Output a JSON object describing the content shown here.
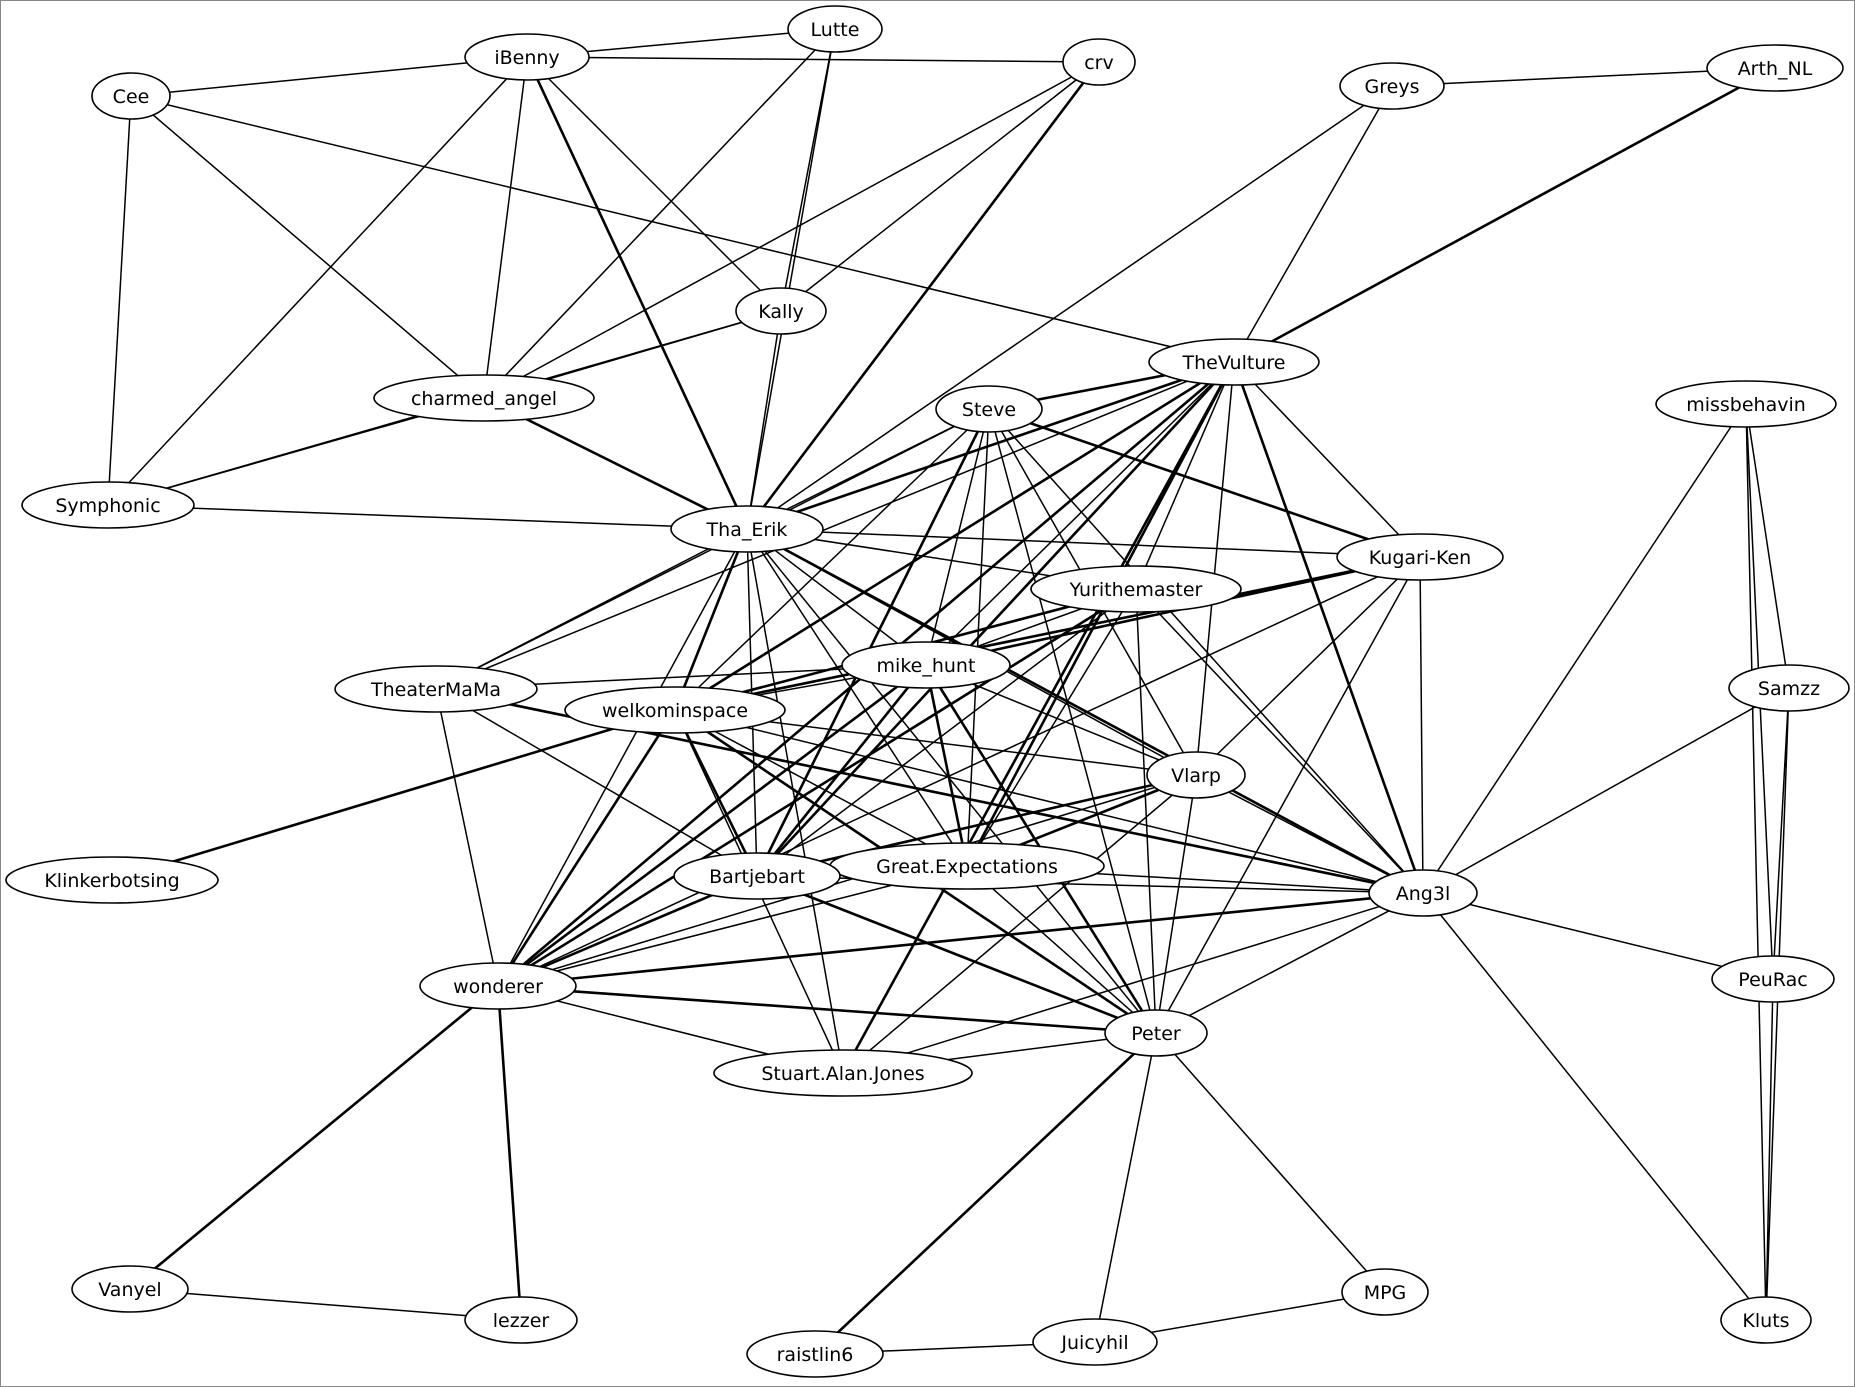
{
  "nodes": [
    {
      "id": "lutte",
      "label": "Lutte"
    },
    {
      "id": "ibenny",
      "label": "iBenny"
    },
    {
      "id": "crv",
      "label": "crv"
    },
    {
      "id": "cee",
      "label": "Cee"
    },
    {
      "id": "greys",
      "label": "Greys"
    },
    {
      "id": "arth_nl",
      "label": "Arth_NL"
    },
    {
      "id": "kally",
      "label": "Kally"
    },
    {
      "id": "thevulture",
      "label": "TheVulture"
    },
    {
      "id": "charmed_angel",
      "label": "charmed_angel"
    },
    {
      "id": "steve",
      "label": "Steve"
    },
    {
      "id": "missbehavin",
      "label": "missbehavin"
    },
    {
      "id": "symphonic",
      "label": "Symphonic"
    },
    {
      "id": "tha_erik",
      "label": "Tha_Erik"
    },
    {
      "id": "kugari_ken",
      "label": "Kugari-Ken"
    },
    {
      "id": "yurithemaster",
      "label": "Yurithemaster"
    },
    {
      "id": "mike_hunt",
      "label": "mike_hunt"
    },
    {
      "id": "samzz",
      "label": "Samzz"
    },
    {
      "id": "theatermama",
      "label": "TheaterMaMa"
    },
    {
      "id": "welkominspace",
      "label": "welkominspace"
    },
    {
      "id": "vlarp",
      "label": "Vlarp"
    },
    {
      "id": "klinkerbotsing",
      "label": "Klinkerbotsing"
    },
    {
      "id": "great_expectations",
      "label": "Great.Expectations"
    },
    {
      "id": "bartjebart",
      "label": "Bartjebart"
    },
    {
      "id": "ang3l",
      "label": "Ang3l"
    },
    {
      "id": "peurac",
      "label": "PeuRac"
    },
    {
      "id": "wonderer",
      "label": "wonderer"
    },
    {
      "id": "peter",
      "label": "Peter"
    },
    {
      "id": "stuart_alan_jones",
      "label": "Stuart.Alan.Jones"
    },
    {
      "id": "vanyel",
      "label": "Vanyel"
    },
    {
      "id": "mpg",
      "label": "MPG"
    },
    {
      "id": "lezzer",
      "label": "lezzer"
    },
    {
      "id": "kluts",
      "label": "Kluts"
    },
    {
      "id": "juicyhil",
      "label": "Juicyhil"
    },
    {
      "id": "raistlin6",
      "label": "raistlin6"
    }
  ],
  "edges": [
    [
      "ibenny",
      "lutte"
    ],
    [
      "ibenny",
      "crv"
    ],
    [
      "ibenny",
      "cee"
    ],
    [
      "ibenny",
      "symphonic"
    ],
    [
      "ibenny",
      "charmed_angel"
    ],
    [
      "ibenny",
      "tha_erik",
      "heavy"
    ],
    [
      "ibenny",
      "kally"
    ],
    [
      "lutte",
      "kally"
    ],
    [
      "lutte",
      "tha_erik"
    ],
    [
      "lutte",
      "charmed_angel"
    ],
    [
      "crv",
      "charmed_angel"
    ],
    [
      "crv",
      "kally"
    ],
    [
      "crv",
      "tha_erik",
      "heavy"
    ],
    [
      "cee",
      "symphonic"
    ],
    [
      "cee",
      "charmed_angel"
    ],
    [
      "cee",
      "thevulture"
    ],
    [
      "greys",
      "arth_nl"
    ],
    [
      "greys",
      "thevulture"
    ],
    [
      "greys",
      "tha_erik"
    ],
    [
      "arth_nl",
      "thevulture",
      "heavy"
    ],
    [
      "kally",
      "charmed_angel"
    ],
    [
      "kally",
      "symphonic"
    ],
    [
      "kally",
      "tha_erik"
    ],
    [
      "charmed_angel",
      "symphonic"
    ],
    [
      "charmed_angel",
      "tha_erik",
      "heavy"
    ],
    [
      "symphonic",
      "tha_erik"
    ],
    [
      "thevulture",
      "steve",
      "heavy"
    ],
    [
      "thevulture",
      "tha_erik",
      "heavy"
    ],
    [
      "thevulture",
      "theatermama"
    ],
    [
      "thevulture",
      "welkominspace",
      "heavy"
    ],
    [
      "thevulture",
      "yurithemaster"
    ],
    [
      "thevulture",
      "kugari_ken"
    ],
    [
      "thevulture",
      "vlarp"
    ],
    [
      "thevulture",
      "ang3l",
      "heavy"
    ],
    [
      "thevulture",
      "mike_hunt"
    ],
    [
      "thevulture",
      "great_expectations",
      "heavy"
    ],
    [
      "thevulture",
      "bartjebart",
      "heavy"
    ],
    [
      "thevulture",
      "wonderer",
      "heavy"
    ],
    [
      "thevulture",
      "stuart_alan_jones",
      "heavy"
    ],
    [
      "steve",
      "tha_erik"
    ],
    [
      "steve",
      "kugari_ken",
      "heavy"
    ],
    [
      "steve",
      "mike_hunt"
    ],
    [
      "steve",
      "welkominspace"
    ],
    [
      "steve",
      "theatermama"
    ],
    [
      "steve",
      "great_expectations"
    ],
    [
      "steve",
      "bartjebart",
      "heavy"
    ],
    [
      "steve",
      "vlarp"
    ],
    [
      "steve",
      "ang3l"
    ],
    [
      "steve",
      "peter"
    ],
    [
      "tha_erik",
      "kugari_ken"
    ],
    [
      "tha_erik",
      "yurithemaster"
    ],
    [
      "tha_erik",
      "theatermama"
    ],
    [
      "tha_erik",
      "welkominspace",
      "heavy"
    ],
    [
      "tha_erik",
      "wonderer"
    ],
    [
      "tha_erik",
      "bartjebart"
    ],
    [
      "tha_erik",
      "great_expectations"
    ],
    [
      "tha_erik",
      "vlarp"
    ],
    [
      "tha_erik",
      "ang3l",
      "heavy"
    ],
    [
      "tha_erik",
      "mike_hunt"
    ],
    [
      "tha_erik",
      "stuart_alan_jones"
    ],
    [
      "tha_erik",
      "peter"
    ],
    [
      "kugari_ken",
      "mike_hunt",
      "heavy"
    ],
    [
      "kugari_ken",
      "welkominspace",
      "heavy"
    ],
    [
      "kugari_ken",
      "vlarp"
    ],
    [
      "kugari_ken",
      "ang3l"
    ],
    [
      "kugari_ken",
      "peter"
    ],
    [
      "kugari_ken",
      "wonderer"
    ],
    [
      "yurithemaster",
      "mike_hunt"
    ],
    [
      "yurithemaster",
      "welkominspace",
      "heavy"
    ],
    [
      "yurithemaster",
      "bartjebart"
    ],
    [
      "yurithemaster",
      "great_expectations"
    ],
    [
      "yurithemaster",
      "peter"
    ],
    [
      "yurithemaster",
      "ang3l"
    ],
    [
      "yurithemaster",
      "wonderer",
      "heavy"
    ],
    [
      "mike_hunt",
      "theatermama"
    ],
    [
      "mike_hunt",
      "welkominspace"
    ],
    [
      "mike_hunt",
      "bartjebart",
      "heavy"
    ],
    [
      "mike_hunt",
      "great_expectations",
      "heavy"
    ],
    [
      "mike_hunt",
      "peter",
      "heavy"
    ],
    [
      "mike_hunt",
      "vlarp"
    ],
    [
      "mike_hunt",
      "wonderer",
      "heavy"
    ],
    [
      "theatermama",
      "wonderer"
    ],
    [
      "theatermama",
      "bartjebart"
    ],
    [
      "theatermama",
      "ang3l",
      "heavy"
    ],
    [
      "welkominspace",
      "klinkerbotsing",
      "heavy"
    ],
    [
      "welkominspace",
      "wonderer",
      "heavy"
    ],
    [
      "welkominspace",
      "bartjebart",
      "heavy"
    ],
    [
      "welkominspace",
      "great_expectations"
    ],
    [
      "welkominspace",
      "vlarp"
    ],
    [
      "welkominspace",
      "ang3l"
    ],
    [
      "welkominspace",
      "peter",
      "heavy"
    ],
    [
      "welkominspace",
      "stuart_alan_jones"
    ],
    [
      "vlarp",
      "bartjebart",
      "heavy"
    ],
    [
      "vlarp",
      "great_expectations",
      "heavy"
    ],
    [
      "vlarp",
      "ang3l"
    ],
    [
      "vlarp",
      "peter"
    ],
    [
      "vlarp",
      "stuart_alan_jones"
    ],
    [
      "vlarp",
      "wonderer"
    ],
    [
      "great_expectations",
      "ang3l"
    ],
    [
      "great_expectations",
      "peter"
    ],
    [
      "great_expectations",
      "wonderer"
    ],
    [
      "bartjebart",
      "ang3l"
    ],
    [
      "bartjebart",
      "peter",
      "heavy"
    ],
    [
      "bartjebart",
      "wonderer",
      "heavy"
    ],
    [
      "ang3l",
      "missbehavin"
    ],
    [
      "ang3l",
      "samzz"
    ],
    [
      "ang3l",
      "peurac"
    ],
    [
      "ang3l",
      "kluts"
    ],
    [
      "ang3l",
      "peter"
    ],
    [
      "ang3l",
      "wonderer",
      "heavy"
    ],
    [
      "ang3l",
      "stuart_alan_jones"
    ],
    [
      "missbehavin",
      "samzz"
    ],
    [
      "missbehavin",
      "peurac"
    ],
    [
      "missbehavin",
      "kluts"
    ],
    [
      "samzz",
      "peurac"
    ],
    [
      "samzz",
      "kluts"
    ],
    [
      "peurac",
      "kluts"
    ],
    [
      "wonderer",
      "peter",
      "heavy"
    ],
    [
      "wonderer",
      "stuart_alan_jones"
    ],
    [
      "wonderer",
      "vanyel",
      "heavy"
    ],
    [
      "wonderer",
      "lezzer",
      "heavy"
    ],
    [
      "peter",
      "stuart_alan_jones"
    ],
    [
      "peter",
      "mpg"
    ],
    [
      "peter",
      "juicyhil"
    ],
    [
      "peter",
      "raistlin6",
      "heavy"
    ],
    [
      "vanyel",
      "lezzer"
    ],
    [
      "juicyhil",
      "mpg"
    ],
    [
      "juicyhil",
      "raistlin6"
    ]
  ]
}
